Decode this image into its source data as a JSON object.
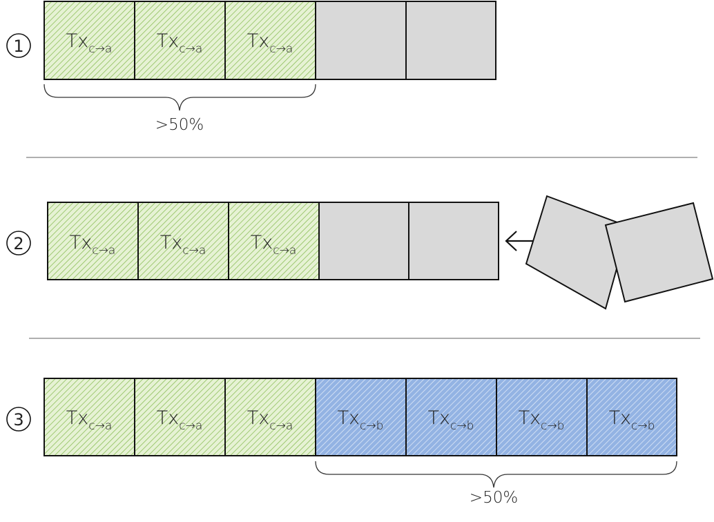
{
  "colors": {
    "green_fill": "#e6f2d4",
    "green_hatch": "#8dbf5a",
    "blue_fill": "#93b3e3",
    "blue_hatch": "#dfe9f8",
    "gray_fill": "#d9d9d9",
    "stroke": "#111111",
    "divider": "#7f7f7f"
  },
  "steps": [
    {
      "number": "①",
      "cells": [
        {
          "kind": "green",
          "text": "Tx",
          "sub": "c→a"
        },
        {
          "kind": "green",
          "text": "Tx",
          "sub": "c→a"
        },
        {
          "kind": "green",
          "text": "Tx",
          "sub": "c→a"
        },
        {
          "kind": "gray"
        },
        {
          "kind": "gray"
        }
      ],
      "brace_label": ">50%"
    },
    {
      "number": "②",
      "cells": [
        {
          "kind": "green",
          "text": "Tx",
          "sub": "c→a"
        },
        {
          "kind": "green",
          "text": "Tx",
          "sub": "c→a"
        },
        {
          "kind": "green",
          "text": "Tx",
          "sub": "c→a"
        },
        {
          "kind": "gray"
        },
        {
          "kind": "gray"
        }
      ],
      "arrow": "←"
    },
    {
      "number": "③",
      "cells": [
        {
          "kind": "green",
          "text": "Tx",
          "sub": "c→a"
        },
        {
          "kind": "green",
          "text": "Tx",
          "sub": "c→a"
        },
        {
          "kind": "green",
          "text": "Tx",
          "sub": "c→a"
        },
        {
          "kind": "blue",
          "text": "Tx",
          "sub": "c→b"
        },
        {
          "kind": "blue",
          "text": "Tx",
          "sub": "c→b"
        },
        {
          "kind": "blue",
          "text": "Tx",
          "sub": "c→b"
        },
        {
          "kind": "blue",
          "text": "Tx",
          "sub": "c→b"
        }
      ],
      "brace_label": ">50%"
    }
  ]
}
